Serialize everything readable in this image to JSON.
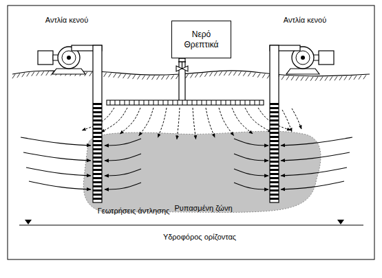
{
  "diagram": {
    "nodes": [
      {
        "text": [
          "Νερό Θρεπτικά"
        ]
      },
      {
        "text": [
          "Ρυπασμένη ζώνη"
        ]
      }
    ],
    "labels": [
      "Αντλία κενού",
      "Αντλία κενού",
      "Γεωτρήσεις άντλησης",
      "Υδροφόρος ορίζοντας"
    ]
  }
}
